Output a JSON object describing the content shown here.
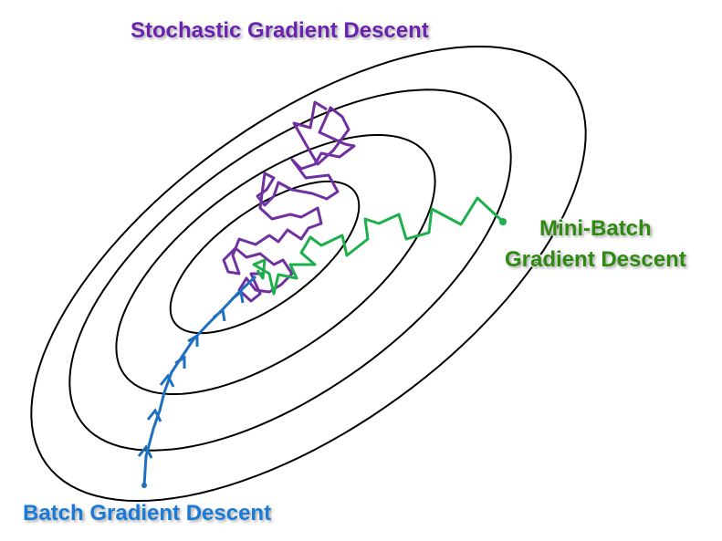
{
  "labels": {
    "stochastic": "Stochastic Gradient Descent",
    "minibatch_line1": "Mini-Batch",
    "minibatch_line2": "Gradient Descent",
    "batch": "Batch Gradient Descent"
  },
  "colors": {
    "stochastic": "#7030a0",
    "minibatch": "#1db04a",
    "batch": "#1f6fc0",
    "contour": "#000000"
  }
}
